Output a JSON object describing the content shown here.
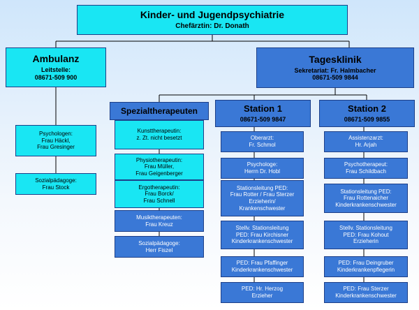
{
  "root": {
    "title": "Kinder- und Jugendpsychiatrie",
    "subtitle": "Chefärztin: Dr. Donath"
  },
  "ambulanz": {
    "title": "Ambulanz",
    "line1": "Leitstelle:",
    "line2": "08671-509 900",
    "items": [
      {
        "lines": [
          "Psychologen:",
          "Frau Häckl,",
          "Frau Gresinger"
        ]
      },
      {
        "lines": [
          "Sozialpädagoge:",
          "Frau Stock"
        ]
      }
    ]
  },
  "tagesklinik": {
    "title": "Tagesklinik",
    "line1": "Sekretariat: Fr. Halmbacher",
    "line2": "08671-509 9844"
  },
  "spezial": {
    "title": "Spezialtherapeuten",
    "items": [
      {
        "lines": [
          "Kunsttherapeutin:",
          "z. Zt. nicht besetzt"
        ]
      },
      {
        "lines": [
          "Physiotherapeutin:",
          "Frau Müller,",
          "Frau Geigenberger"
        ]
      },
      {
        "lines": [
          "Ergotherapeutin:",
          "Frau Borck/",
          "Frau Schnell"
        ]
      },
      {
        "lines": [
          "Musiktherapeuten:",
          "Frau Kreuz"
        ]
      },
      {
        "lines": [
          "Sozialpädagoge:",
          "Herr Fiszel"
        ]
      }
    ]
  },
  "station1": {
    "title": "Station 1",
    "phone": "08671-509 9847",
    "items": [
      {
        "lines": [
          "Oberarzt:",
          "Fr. Schmol"
        ]
      },
      {
        "lines": [
          "Psychologe:",
          "Herrn Dr. Hobl"
        ]
      },
      {
        "lines": [
          "Stationsleitung PED:",
          "Frau Rotter / Frau Sterzer",
          "Erzieherin/",
          "Krankenschwester"
        ]
      },
      {
        "lines": [
          "Stellv. Stationsleitung",
          "PED: Frau Kirchisner",
          "Kinderkrankenschwester"
        ]
      },
      {
        "lines": [
          "PED: Frau Pfaffinger",
          "Kinderkrankenschwester"
        ]
      },
      {
        "lines": [
          "PED: Hr. Herzog",
          "Erzieher"
        ]
      }
    ]
  },
  "station2": {
    "title": "Station 2",
    "phone": "08671-509 9855",
    "items": [
      {
        "lines": [
          "Assistenzarzt:",
          "Hr. Arjah"
        ]
      },
      {
        "lines": [
          "Psychotherapeut:",
          "Frau Schildbach"
        ]
      },
      {
        "lines": [
          "Stationsleitung PED:",
          "Frau Rottenaicher",
          "Kinderkrankenschwester"
        ]
      },
      {
        "lines": [
          "Stellv. Stationsleitung",
          "PED: Frau Kohout",
          "Erzieherin"
        ]
      },
      {
        "lines": [
          "PED: Frau Deingruber",
          "Kinderkrankenpflegerin"
        ]
      },
      {
        "lines": [
          "PED: Frau Sterzer",
          "Kinderkrankenschwester"
        ]
      }
    ]
  },
  "colors": {
    "cyan": "#19e6f3",
    "blue": "#3a78d6",
    "border": "#1d3f88"
  }
}
